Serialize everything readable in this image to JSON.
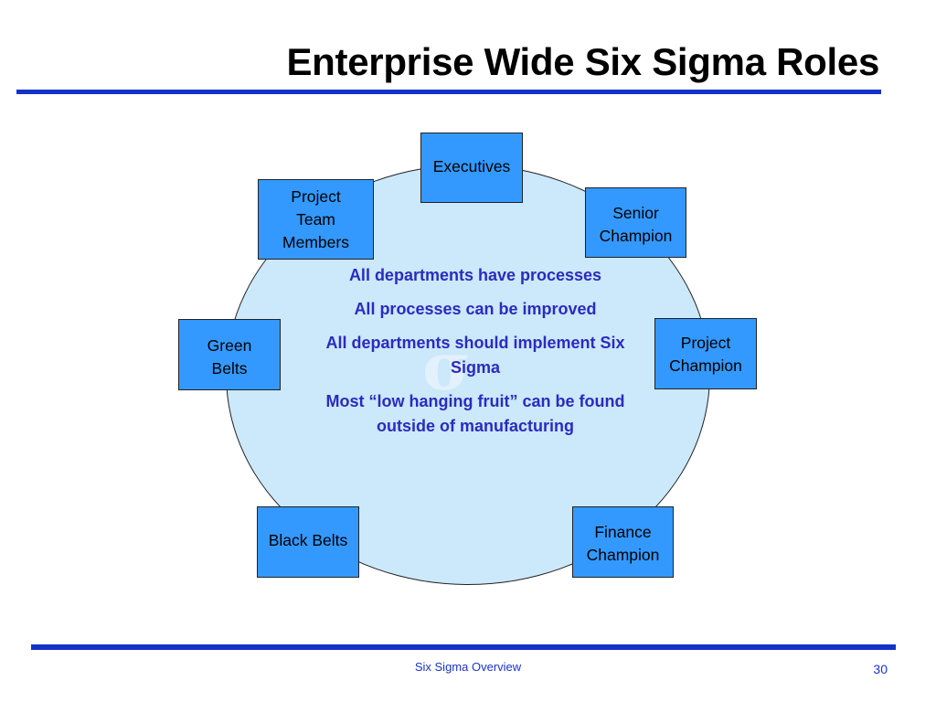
{
  "slide": {
    "title": "Enterprise Wide Six Sigma Roles",
    "footer": "Six Sigma Overview",
    "page_number": "30"
  },
  "center": {
    "statements": [
      "All departments have processes",
      "All processes can be improved",
      "All departments should implement Six Sigma",
      "Most “low hanging fruit” can be found outside of manufacturing"
    ]
  },
  "roles": {
    "executives": "Executives",
    "senior_champion": "Senior Champion",
    "project_champion": "Project Champion",
    "finance_champion": "Finance Champion",
    "black_belts": "Black Belts",
    "green_belts": "Green Belts",
    "project_team_members": "Project Team Members"
  },
  "colors": {
    "role_box": "#3399ff",
    "ellipse_fill": "#cce8fb",
    "statement_text": "#2b2bbf",
    "rule": "#1432c8"
  }
}
